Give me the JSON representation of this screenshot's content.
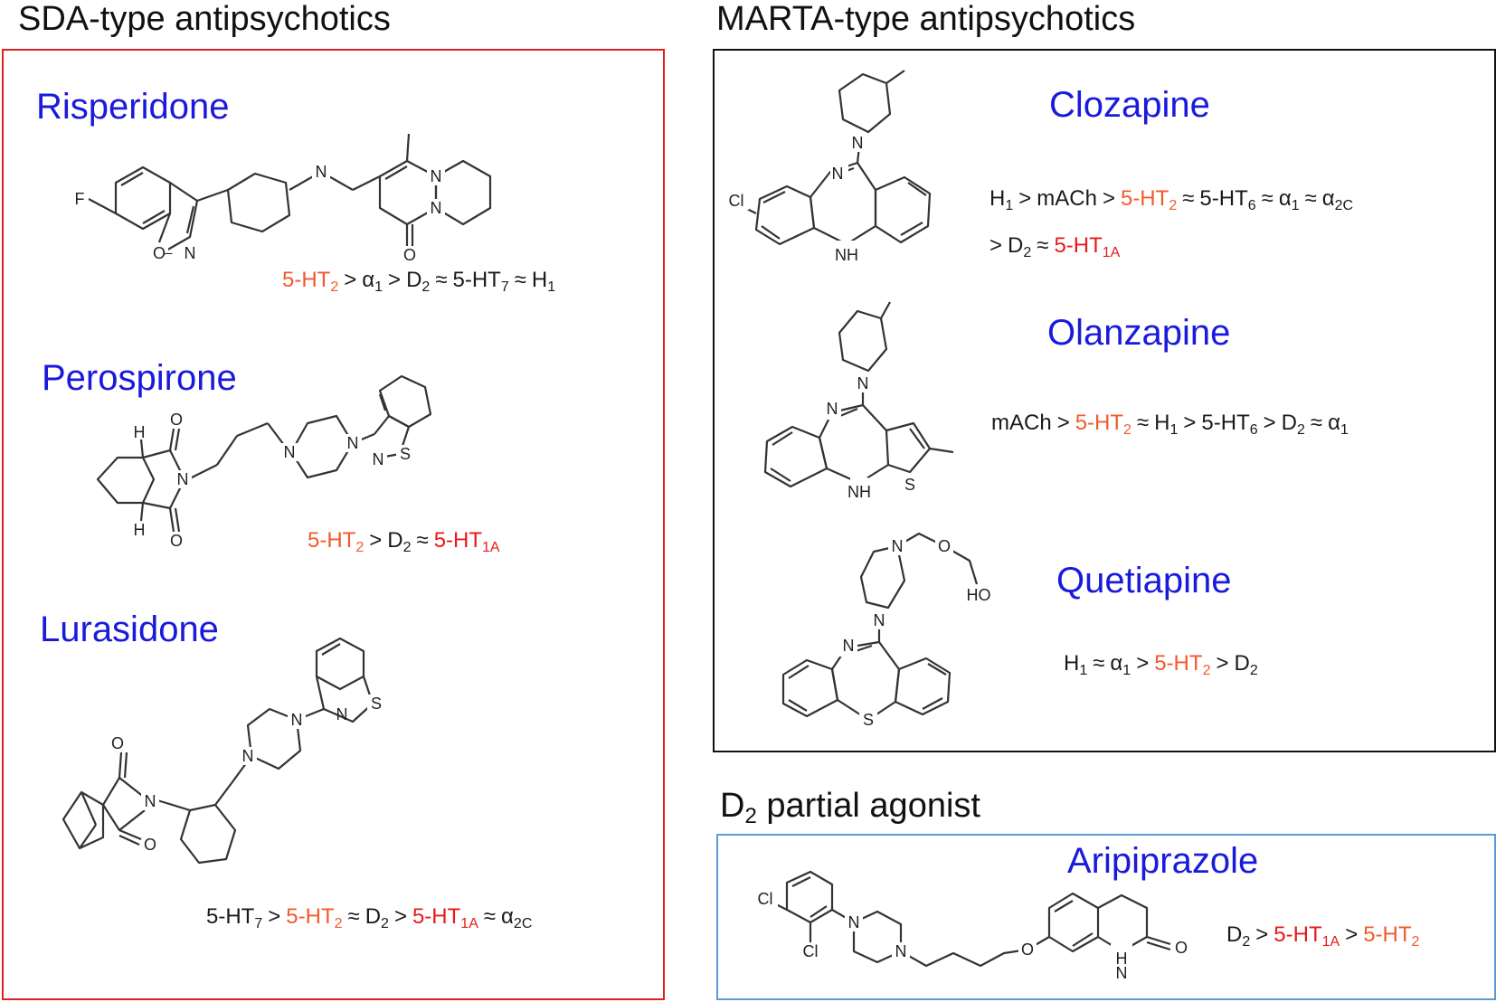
{
  "sections": {
    "sda": {
      "title": "SDA-type antipsychotics",
      "border_color": "#e02020"
    },
    "marta": {
      "title": "MARTA-type antipsychotics",
      "border_color": "#111111"
    },
    "d2": {
      "title_main": "D",
      "title_sub": "2",
      "title_rest": " partial agonist",
      "border_color": "#5b9bd5"
    }
  },
  "colors": {
    "drug_name": "#1a1adc",
    "orange_receptor": "#f2592b",
    "red_receptor": "#e81a1a",
    "text": "#1a1a1a"
  },
  "drugs": [
    {
      "id": "risperidone",
      "name": "Risperidone",
      "profile": [
        {
          "b": "5-HT",
          "s": "2",
          "c": "orange"
        },
        {
          "b": ">"
        },
        {
          "b": "α",
          "s": "1"
        },
        {
          "b": ">"
        },
        {
          "b": "D",
          "s": "2"
        },
        {
          "b": "≈"
        },
        {
          "b": "5-HT",
          "s": "7"
        },
        {
          "b": "≈"
        },
        {
          "b": "H",
          "s": "1"
        }
      ]
    },
    {
      "id": "perospirone",
      "name": "Perospirone",
      "profile": [
        {
          "b": "5-HT",
          "s": "2",
          "c": "orange"
        },
        {
          "b": ">"
        },
        {
          "b": "D",
          "s": "2"
        },
        {
          "b": "≈"
        },
        {
          "b": "5-HT",
          "s": "1A",
          "c": "red"
        }
      ]
    },
    {
      "id": "lurasidone",
      "name": "Lurasidone",
      "profile": [
        {
          "b": "5-HT",
          "s": "7"
        },
        {
          "b": ">"
        },
        {
          "b": "5-HT",
          "s": "2",
          "c": "orange"
        },
        {
          "b": "≈"
        },
        {
          "b": "D",
          "s": "2"
        },
        {
          "b": ">"
        },
        {
          "b": "5-HT",
          "s": "1A",
          "c": "red"
        },
        {
          "b": "≈"
        },
        {
          "b": "α",
          "s": "2C"
        }
      ]
    },
    {
      "id": "clozapine",
      "name": "Clozapine",
      "profile": [
        {
          "b": "H",
          "s": "1"
        },
        {
          "b": ">"
        },
        {
          "b": "mACh"
        },
        {
          "b": ">"
        },
        {
          "b": "5-HT",
          "s": "2",
          "c": "orange"
        },
        {
          "b": "≈"
        },
        {
          "b": "5-HT",
          "s": "6"
        },
        {
          "b": "≈"
        },
        {
          "b": "α",
          "s": "1"
        },
        {
          "b": "≈"
        },
        {
          "b": "α",
          "s": "2C"
        }
      ],
      "profile2": [
        {
          "b": ">"
        },
        {
          "b": "D",
          "s": "2"
        },
        {
          "b": "≈"
        },
        {
          "b": "5-HT",
          "s": "1A",
          "c": "red"
        }
      ]
    },
    {
      "id": "olanzapine",
      "name": "Olanzapine",
      "profile": [
        {
          "b": "mACh"
        },
        {
          "b": ">"
        },
        {
          "b": "5-HT",
          "s": "2",
          "c": "orange"
        },
        {
          "b": "≈"
        },
        {
          "b": "H",
          "s": "1"
        },
        {
          "b": ">"
        },
        {
          "b": "5-HT",
          "s": "6"
        },
        {
          "b": ">"
        },
        {
          "b": "D",
          "s": "2"
        },
        {
          "b": "≈"
        },
        {
          "b": "α",
          "s": "1"
        }
      ]
    },
    {
      "id": "quetiapine",
      "name": "Quetiapine",
      "profile": [
        {
          "b": "H",
          "s": "1"
        },
        {
          "b": "≈"
        },
        {
          "b": "α",
          "s": "1"
        },
        {
          "b": ">"
        },
        {
          "b": "5-HT",
          "s": "2",
          "c": "orange"
        },
        {
          "b": ">"
        },
        {
          "b": "D",
          "s": "2"
        }
      ]
    },
    {
      "id": "aripiprazole",
      "name": "Aripiprazole",
      "profile": [
        {
          "b": "D",
          "s": "2"
        },
        {
          "b": ">"
        },
        {
          "b": "5-HT",
          "s": "1A",
          "c": "red"
        },
        {
          "b": ">"
        },
        {
          "b": "5-HT",
          "s": "2",
          "c": "orange"
        }
      ]
    }
  ],
  "atoms": {
    "F": "F",
    "O": "O",
    "N": "N",
    "S": "S",
    "H": "H",
    "NH": "NH",
    "Cl": "Cl",
    "HO": "HO"
  }
}
